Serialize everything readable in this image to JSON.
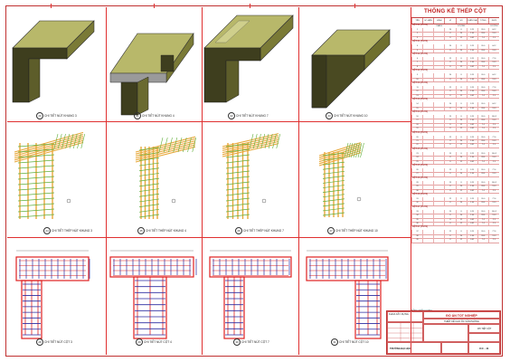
{
  "colors": {
    "frame": "#e03030",
    "concrete_top": "#b8b86a",
    "concrete_side": "#6f6f2e",
    "concrete_dark": "#3a3a1c",
    "rebar_orange": "#e8a83a",
    "rebar_green": "#5fae3a",
    "section_red": "#e02020",
    "section_blue": "#2a2aa0"
  },
  "captions": {
    "row1": [
      {
        "num": "20",
        "label": "CHI TIẾT NÚT KHUNG 3"
      },
      {
        "num": "21",
        "label": "CHI TIẾT NÚT KHUNG 4"
      },
      {
        "num": "22",
        "label": "CHI TIẾT NÚT KHUNG 7"
      },
      {
        "num": "23",
        "label": "CHI TIẾT NÚT KHUNG 10"
      }
    ],
    "row2": [
      {
        "num": "24",
        "label": "CHI TIẾT THÉP NÚT KHUNG 3"
      },
      {
        "num": "25",
        "label": "CHI TIẾT THÉP NÚT KHUNG 4"
      },
      {
        "num": "26",
        "label": "CHI TIẾT THÉP NÚT KHUNG 7"
      },
      {
        "num": "27",
        "label": "CHI TIẾT THÉP NÚT KHUNG 10"
      }
    ],
    "row3": [
      {
        "num": "28",
        "label": "CHI TIẾT NÚT CỘT 3"
      },
      {
        "num": "29",
        "label": "CHI TIẾT NÚT CỘT 4"
      },
      {
        "num": "30",
        "label": "CHI TIẾT NÚT CỘT 7"
      },
      {
        "num": "31",
        "label": "CHI TIẾT NÚT CỘT 10"
      }
    ]
  },
  "table": {
    "title": "THỐNG KÊ THÉP CỘT",
    "headers": [
      "TÊN",
      "SỐ HIỆU",
      "HÌNH DẠNG",
      "Ø",
      "SỐ LƯỢNG",
      "CHIỀU DÀI",
      "TỔNG",
      "KHỐI LƯỢNG"
    ],
    "groups": [
      {
        "name": "CỘT C1 (T1-T2)",
        "rows": [
          [
            "1",
            "",
            "",
            "20",
            "8",
            "3.25",
            "26.0",
            "64.2"
          ],
          [
            "2",
            "",
            "",
            "8",
            "24",
            "1.40",
            "33.6",
            "13.3"
          ],
          [
            "3",
            "",
            "",
            "8",
            "12",
            "0.62",
            "7.4",
            "2.9"
          ]
        ]
      },
      {
        "name": "CỘT C1 (T3-T4)",
        "rows": [
          [
            "4",
            "",
            "",
            "20",
            "8",
            "3.25",
            "26.0",
            "64.2"
          ],
          [
            "5",
            "",
            "",
            "8",
            "24",
            "1.40",
            "33.6",
            "13.3"
          ]
        ]
      },
      {
        "name": "CỘT C2 (T1-T2)",
        "rows": [
          [
            "6",
            "",
            "",
            "22",
            "8",
            "3.25",
            "26.0",
            "77.6"
          ],
          [
            "7",
            "",
            "",
            "8",
            "24",
            "1.40",
            "33.6",
            "13.3"
          ],
          [
            "8",
            "",
            "",
            "8",
            "12",
            "0.62",
            "7.4",
            "2.9"
          ]
        ]
      },
      {
        "name": "CỘT C2 (T3-T4)",
        "rows": [
          [
            "9",
            "",
            "",
            "20",
            "8",
            "3.25",
            "26.0",
            "64.2"
          ],
          [
            "10",
            "",
            "",
            "8",
            "24",
            "1.40",
            "33.6",
            "13.3"
          ]
        ]
      },
      {
        "name": "CỘT C3 (T1-T2)",
        "rows": [
          [
            "11",
            "",
            "",
            "22",
            "8",
            "3.25",
            "26.0",
            "77.6"
          ],
          [
            "12",
            "",
            "",
            "8",
            "24",
            "1.40",
            "33.6",
            "13.3"
          ],
          [
            "13",
            "",
            "",
            "8",
            "12",
            "0.62",
            "7.4",
            "2.9"
          ]
        ]
      },
      {
        "name": "CỘT C3 (T3-T4)",
        "rows": [
          [
            "14",
            "",
            "",
            "20",
            "8",
            "3.25",
            "26.0",
            "64.2"
          ],
          [
            "15",
            "",
            "",
            "8",
            "24",
            "1.40",
            "33.6",
            "13.3"
          ]
        ]
      },
      {
        "name": "CỘT C4 (T1-T2)",
        "rows": [
          [
            "16",
            "",
            "",
            "25",
            "8",
            "3.25",
            "26.0",
            "100.2"
          ],
          [
            "17",
            "",
            "",
            "8",
            "24",
            "1.40",
            "33.6",
            "13.3"
          ],
          [
            "18",
            "",
            "",
            "8",
            "12",
            "0.62",
            "7.4",
            "2.9"
          ],
          [
            "19",
            "",
            "",
            "8",
            "12",
            "0.62",
            "7.4",
            "2.9"
          ]
        ]
      },
      {
        "name": "CỘT C4 (T3-T4)",
        "rows": [
          [
            "20",
            "",
            "",
            "22",
            "8",
            "3.25",
            "26.0",
            "77.6"
          ],
          [
            "21",
            "",
            "",
            "8",
            "24",
            "1.40",
            "33.6",
            "13.3"
          ],
          [
            "22",
            "",
            "",
            "8",
            "12",
            "0.62",
            "7.4",
            "2.9"
          ]
        ]
      },
      {
        "name": "CỘT C5 (T1-T2)",
        "rows": [
          [
            "23",
            "",
            "",
            "25",
            "8",
            "3.25",
            "26.0",
            "100.2"
          ],
          [
            "24",
            "",
            "",
            "8",
            "24",
            "1.40",
            "33.6",
            "13.3"
          ],
          [
            "25",
            "",
            "",
            "8",
            "12",
            "0.62",
            "7.4",
            "2.9"
          ]
        ]
      },
      {
        "name": "CỘT C5 (T3-T4)",
        "rows": [
          [
            "26",
            "",
            "",
            "22",
            "8",
            "3.25",
            "26.0",
            "77.6"
          ],
          [
            "27",
            "",
            "",
            "8",
            "24",
            "1.40",
            "33.6",
            "13.3"
          ]
        ]
      },
      {
        "name": "CỘT C6 (T1-T2)",
        "rows": [
          [
            "28",
            "",
            "",
            "25",
            "8",
            "3.25",
            "26.0",
            "100.2"
          ],
          [
            "29",
            "",
            "",
            "8",
            "24",
            "1.40",
            "33.6",
            "13.3"
          ],
          [
            "30",
            "",
            "",
            "8",
            "12",
            "0.62",
            "7.4",
            "2.9"
          ]
        ]
      },
      {
        "name": "CỘT C6 (T3-T4)",
        "rows": [
          [
            "31",
            "",
            "",
            "22",
            "8",
            "3.25",
            "26.0",
            "77.6"
          ],
          [
            "32",
            "",
            "",
            "8",
            "24",
            "1.40",
            "33.6",
            "13.3"
          ]
        ]
      },
      {
        "name": "CỘT C7 (T1-T2)",
        "rows": [
          [
            "33",
            "",
            "",
            "25",
            "8",
            "3.25",
            "26.0",
            "100.2"
          ],
          [
            "34",
            "",
            "",
            "8",
            "24",
            "1.40",
            "33.6",
            "13.3"
          ],
          [
            "35",
            "",
            "",
            "8",
            "12",
            "0.62",
            "7.4",
            "2.9"
          ],
          [
            "36",
            "",
            "",
            "8",
            "12",
            "0.62",
            "7.4",
            "2.9"
          ]
        ]
      },
      {
        "name": "CỘT C7 (T3-T4)",
        "rows": [
          [
            "37",
            "",
            "",
            "22",
            "8",
            "3.25",
            "26.0",
            "77.6"
          ],
          [
            "38",
            "",
            "",
            "8",
            "24",
            "1.40",
            "33.6",
            "13.3"
          ],
          [
            "39",
            "",
            "",
            "8",
            "12",
            "0.62",
            "7.4",
            "2.9"
          ]
        ]
      }
    ]
  },
  "sidenote": "TỔNG KHỐI LƯỢNG",
  "titleblock": {
    "company": "KHOA XÂY DỰNG",
    "project": "ĐỒ ÁN TỐT NGHIỆP",
    "subtitle": "THIẾT KẾ CAO ỐC VĂN PHÒNG",
    "sheet_name": "CHI TIẾT CỘT",
    "school": "TRƯỜNG ĐẠI HỌC",
    "sheet_no": "KC - 11"
  }
}
